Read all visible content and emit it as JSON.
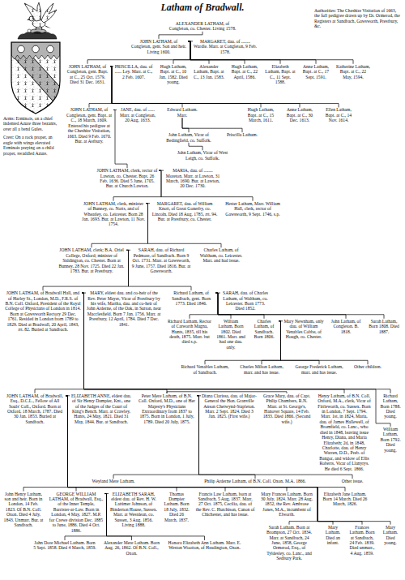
{
  "diagram": {
    "title": "Latham of Bradwall.",
    "nodes": [
      {
        "text": [
          "ALEXANDER LATHAM, of Congleton, co. Chester. Living 1578."
        ]
      },
      {
        "text": [
          "JOHN LATHAM, of Congleton, gent. Son and heir. Living 1600."
        ]
      },
      {
        "text": [
          "MARGARET, dau. of ........ Wardle. Marr. at Congleton, 9 Feb. 1578."
        ]
      },
      {
        "text": [
          "JOHN LATHAM, of Congleton, gent. Bapt. at C., 25 Oct. 1579. Died 31 Dec. 1631."
        ]
      },
      {
        "text": [
          "PRISCILLA, dau. of ...... Ley. Marr. at C., 2 Feb. 1607."
        ]
      },
      {
        "text": [
          "Hugh Latham, Bapt. at C., 10 Jan. 1582. Died young."
        ]
      },
      {
        "text": [
          "Alexander Latham, Bapt. at C., 13 Jan. 1583."
        ]
      },
      {
        "text": [
          "Hugh Latham, Bapt. at C., 22 April, 1586."
        ]
      },
      {
        "text": [
          "Elizabeth Latham, Bapt. at C., 11 Sept. 1588."
        ]
      },
      {
        "text": [
          "Anne Latham, Bapt. at C., 17 Sept. 1591."
        ]
      },
      {
        "text": [
          "Katherine Latham, Bapt. at C., 22 May, 1594."
        ]
      },
      {
        "text": [
          "JOHN LATHAM, of Congleton, gent. Bapt. at C., 18 March, 1609. Entered his pedigree at the Cheshire Visitation, 1663. Died 9 Feb. 1670. Bur. at Astbury."
        ]
      },
      {
        "text": [
          "JANE, dau. of ...... Marr. at Congleton, 20 Aug. 1633."
        ]
      },
      {
        "text": [
          "Edward Latham. Marr."
        ]
      },
      {
        "text": [
          "Hugh Latham, Bapt. at C., 15 March, 1611."
        ]
      },
      {
        "text": [
          "Anne Latham, Bapt. at C., 30 Dec. 1613."
        ]
      },
      {
        "text": [
          "Ellen Latham, Bapt. at C., 14 Nov. 1614."
        ]
      },
      {
        "text": [
          "John Latham, Vicar of Bedingfield, co. Suffolk."
        ]
      },
      {
        "text": [
          "Priscilla Latham."
        ]
      },
      {
        "text": [
          "John Latham, Vicar of West Leigh, co. Suffolk."
        ]
      },
      {
        "text": [
          "JOHN LATHAM, clerk, rector of Lawton, co. Chester. Bapt. 26 Feb. 1636. Died 5 June, 1705. Bur. at Church Lawton."
        ]
      },
      {
        "text": [
          "MARIA, dau. of ........ Moreton. Marr. at Lawton, 31 March, 1690. Bur. at Lawton, 20 Dec. 1730."
        ]
      },
      {
        "text": [
          "JOHN LATHAM, clerk, minister of Bunney, co. Notts, and of Wheatley, co. Leicester. Born 28 Jan. 1693. Bur. at Lawton, 11 Nov. 1754."
        ]
      },
      {
        "text": [
          "MARGARET, dau. of William Knott, of Great Gonerby, co. Lincoln. Died 18 Aug. 1785, æt. 94. Bur. at Prestbury, co. Chester."
        ]
      },
      {
        "text": [
          "Hester Latham, Marr. William Hall, clerk, rector of Gawsworth, 9 Sept. 1746, s.p."
        ]
      },
      {
        "text": [
          "JOHN LATHAM, clerk; B.A. Oriel College, Oxford; minister of Siddington, co. Chester. Born at Bunney, 28 Nov. 1725. Died 22 Jan. 1783. Bur. at Prestbury."
        ]
      },
      {
        "text": [
          "SARAH, dau. of Richard Pedmore, of Sandbach. Born 9 Oct. 1731. Marr. at Gawsworth, 9 June, 1757. Died 1816. Bur. at Gawsworth."
        ]
      },
      {
        "text": [
          "Charles Latham, of Waltham, co. Leicester. Marr. and had issue."
        ]
      },
      {
        "text": [
          "JOHN LATHAM, of Bradwall Hall, and of Harley St., London, M.D., F.R.S. of B.N. Coll. Oxford, President of the Royal College of Physicians of London in 1814. Born at Gawsworth Rectory 29 Dec. 1761. Resided in London from 1789 to 1829. Died at Bradwall, 20 April, 1843, æt. 82. Buried at Sandbach."
        ]
      },
      {
        "text": [
          "MARY, eldest dau. and co-heir of the Rev. Peter Mayer, Vicar of Prestbury by his wife, Martha, dau. and co-heir of John Arderne, of the Oak, in Sutton, near Macclesfield. Born 7 Jan. 1756. Marr. at Prestbury, 12 April, 1784. Died 7 Dec. 1841."
        ]
      },
      {
        "text": [
          "Richard Latham, of Sandbach, gent. Born 1773. Died 1846."
        ]
      },
      {
        "text": [
          "SARAH, dau. of Charles Latham, of Waltham, co. Leicester. Born 1773. Died 1852."
        ]
      },
      {
        "text": [
          "Richard Latham, Rector of Catworth Magna, Hunts, 1835, till his death, 1875. Marr. but died s.p."
        ]
      },
      {
        "text": [
          "William Latham, Born 1802. Died 1861. Marr. and had one dau. only."
        ]
      },
      {
        "text": [
          "Charles Latham, of Sandbach. Born 1806."
        ]
      },
      {
        "text": [
          "Mary Newnham, only dau. of William Venables Cobbe, of Hough, co. Chester."
        ]
      },
      {
        "text": [
          "John Latham, of Congleton. B. 1818."
        ]
      },
      {
        "text": [
          "Sarah Latham, Born 1808. Died 1887."
        ]
      },
      {
        "text": [
          "Richard Venables Latham, of Sandbach."
        ]
      },
      {
        "text": [
          "Charles Milton Latham, marr. and has issue."
        ]
      },
      {
        "text": [
          "George Frederick Latham, marr. and has issue."
        ]
      },
      {
        "text": [
          "Other children."
        ]
      },
      {
        "text": [
          "JOHN LATHAM, of Bradwall, Esq., D.C.L., Fellow of All Souls' Coll., Oxford. Born at Oxford, 18 March, 1787. Died 30 Jan. 1853. Buried at Sandbach."
        ]
      },
      {
        "text": [
          "ELIZABETH ANNE, eldest dau. of Sir Henry Dampier, Knt., one of the Judges of the Court of King's Bench. Marr. at Crawley, Hants, 24 May, 1821. Died 31 May, 1844. Bur. at Sandbach."
        ]
      },
      {
        "text": [
          "Peter Mere Latham, of B.N. Coll. Oxford, M.D., one of Her Majesty's Physicians Extraordinary from 1837 to 1875. Born in London, 1 July, 1789. Died 20 July, 1875."
        ]
      },
      {
        "text": [
          "Diana Clarissa, dau. of Major-General the Hon. Granville Anson Chetwynd-Stapleton. Marr. 2 Sept. 1824. Died 3 Jan. 1825. (First wife.)"
        ]
      },
      {
        "text": [
          "Grace Mary, dau. of Capt. Philip Chambers, R.N. Marr. at St. George's, Hanover Square, 14 Feb. 1833. Died 1866. (Second wife.)"
        ]
      },
      {
        "text": [
          "Henry Latham, of B.N. Coll. Oxford, M.A., clerk, Vicar of Fittleworth, co. Sussex. Born in London, 7 Sept. 1794. Marr. 1st, in 1824, Maria, dau. of James Hallewell, of Bromfield, co. Lanc., who died in 1848, leaving issue Henry, Diana, and Maria Elizabeth; 2d, in 1848, Charlotte, dau. of Henry Warren, D.D., Preb. of Bangor, and widow of Ellis Roberts, Vicar of Llanyrys. He died 6 Sept. 1866."
        ]
      },
      {
        "text": [
          "Richard Latham, Born 1788. Died young."
        ]
      },
      {
        "text": [
          "William Latham, Born 1792. Died young."
        ]
      },
      {
        "text": [
          "Weyland Mere Latham."
        ]
      },
      {
        "text": [
          "Philip Arderne Latham, of B.N. Coll. Oxon. M.A. 1866."
        ]
      },
      {
        "text": [
          "Other issue."
        ]
      },
      {
        "text": [
          "John Henry Latham, son and heir. Born in London, 14 Feb. 1823. Of B.N. Coll. Oxon. Died 4 July, 1843. Unmarr. Bur. at Sandbach."
        ]
      },
      {
        "text": [
          "GEORGE WILLIAM LATHAM, of Bradwall, Esq., of the Inner Temple, Barrister-at-Law. Born in London, 4 May, 1827. M.P. for Crewe division Dec. 1885 to June, 1886. Died 4 Oct. 1886."
        ]
      },
      {
        "text": [
          "ELIZABETH SARAH, eldest dau. of Rev. H. W. Lattimer Johnson, of Binderton House, Sussex. Marr. at Westdean, co. Sussex, 3 Aug. 1856. Living 1888."
        ]
      },
      {
        "text": [
          "Thomas Dampier Latham. Born 18 July, 1832. Died 26 March, 1837."
        ]
      },
      {
        "text": [
          "Francis Law Latham, born at Sandbach, 5 Aug. 1837. Marr. 27 Oct. 1875, Cecilia, dau. of the Rev. C. Hutchison, Canon of Chichester, and has issue."
        ]
      },
      {
        "text": [
          "Mary Frances Latham. Born 30 July, 1824. Marr. 28 Aug. 1852, the Rev. Ambrose Jones, M.A., incumbent of Elworth."
        ]
      },
      {
        "text": [
          "Elizabeth Jane Latham. Born 14 March. Died 26 March, 1826."
        ]
      },
      {
        "text": [
          "Sarah Latham. Born at Brompton, 27 Oct. 1834. Marr. at Sandbach, 24 June, 1858, George Ormerod, Esq., of Tyldesley, co. Lanc., and Sedbury Park."
        ]
      },
      {
        "text": [
          "Mary Latham. Died an infant."
        ]
      },
      {
        "text": [
          "Frances Latham. Born at Sandbach, 24 Feb. 1839. Died unmarr., 4 Aug. 1859."
        ]
      },
      {
        "text": [
          "Mary Latham. Died young."
        ]
      },
      {
        "text": [
          "John Dore Michael Latham. Born 5 Sept. 1858. Died 4 March, 1859."
        ]
      },
      {
        "text": [
          "Alexander Mere Latham. Born Aug. 26, 1862. Of B.N. Coll., Oxon."
        ]
      },
      {
        "text": [
          "Honora Elizabeth Ann Latham. Marr. E. Weston Wootton, of Headington, Oxon."
        ]
      }
    ],
    "edges": [
      {
        "from": 0,
        "to": 1,
        "arrow": "none"
      },
      {
        "from": 1,
        "to": 2,
        "arrow": "none"
      },
      {
        "from": 1,
        "to": 3,
        "arrow": "none"
      },
      {
        "from": 1,
        "to": 5,
        "arrow": "none"
      },
      {
        "from": 1,
        "to": 6,
        "arrow": "none"
      },
      {
        "from": 1,
        "to": 7,
        "arrow": "none"
      },
      {
        "from": 1,
        "to": 8,
        "arrow": "none"
      },
      {
        "from": 1,
        "to": 9,
        "arrow": "none"
      },
      {
        "from": 1,
        "to": 10,
        "arrow": "none"
      },
      {
        "from": 3,
        "to": 4,
        "arrow": "none"
      },
      {
        "from": 3,
        "to": 11,
        "arrow": "none"
      },
      {
        "from": 3,
        "to": 13,
        "arrow": "none"
      },
      {
        "from": 3,
        "to": 14,
        "arrow": "none"
      },
      {
        "from": 3,
        "to": 15,
        "arrow": "none"
      },
      {
        "from": 3,
        "to": 16,
        "arrow": "none"
      },
      {
        "from": 11,
        "to": 12,
        "arrow": "none"
      },
      {
        "from": 13,
        "to": 17,
        "arrow": "none"
      },
      {
        "from": 13,
        "to": 18,
        "arrow": "none"
      },
      {
        "from": 17,
        "to": 19,
        "arrow": "none"
      },
      {
        "from": 11,
        "to": 20,
        "arrow": "none"
      },
      {
        "from": 20,
        "to": 21,
        "arrow": "none"
      },
      {
        "from": 20,
        "to": 22,
        "arrow": "none"
      },
      {
        "from": 20,
        "to": 24,
        "arrow": "none"
      },
      {
        "from": 22,
        "to": 23,
        "arrow": "none"
      },
      {
        "from": 22,
        "to": 25,
        "arrow": "none"
      },
      {
        "from": 22,
        "to": 27,
        "arrow": "none"
      },
      {
        "from": 25,
        "to": 26,
        "arrow": "none"
      },
      {
        "from": 25,
        "to": 28,
        "arrow": "none"
      },
      {
        "from": 25,
        "to": 30,
        "arrow": "none"
      },
      {
        "from": 28,
        "to": 29,
        "arrow": "none"
      },
      {
        "from": 30,
        "to": 31,
        "arrow": "none"
      },
      {
        "from": 30,
        "to": 32,
        "arrow": "none"
      },
      {
        "from": 30,
        "to": 33,
        "arrow": "none"
      },
      {
        "from": 30,
        "to": 34,
        "arrow": "none"
      },
      {
        "from": 30,
        "to": 36,
        "arrow": "none"
      },
      {
        "from": 30,
        "to": 37,
        "arrow": "none"
      },
      {
        "from": 34,
        "to": 35,
        "arrow": "none"
      },
      {
        "from": 34,
        "to": 38,
        "arrow": "none"
      },
      {
        "from": 34,
        "to": 39,
        "arrow": "none"
      },
      {
        "from": 34,
        "to": 40,
        "arrow": "none"
      },
      {
        "from": 34,
        "to": 41,
        "arrow": "none"
      },
      {
        "from": 28,
        "to": 42,
        "arrow": "none"
      },
      {
        "from": 28,
        "to": 44,
        "arrow": "none"
      },
      {
        "from": 28,
        "to": 47,
        "arrow": "none"
      },
      {
        "from": 28,
        "to": 48,
        "arrow": "none"
      },
      {
        "from": 28,
        "to": 49,
        "arrow": "none"
      },
      {
        "from": 42,
        "to": 43,
        "arrow": "none"
      },
      {
        "from": 44,
        "to": 45,
        "arrow": "none"
      },
      {
        "from": 44,
        "to": 46,
        "arrow": "none"
      },
      {
        "from": 44,
        "to": 50,
        "arrow": "none"
      },
      {
        "from": 44,
        "to": 51,
        "arrow": "none"
      },
      {
        "from": 44,
        "to": 52,
        "arrow": "none"
      },
      {
        "from": 42,
        "to": 53,
        "arrow": "none"
      },
      {
        "from": 42,
        "to": 54,
        "arrow": "none"
      },
      {
        "from": 42,
        "to": 56,
        "arrow": "none"
      },
      {
        "from": 42,
        "to": 57,
        "arrow": "none"
      },
      {
        "from": 42,
        "to": 58,
        "arrow": "none"
      },
      {
        "from": 42,
        "to": 59,
        "arrow": "none"
      },
      {
        "from": 42,
        "to": 60,
        "arrow": "none"
      },
      {
        "from": 42,
        "to": 61,
        "arrow": "none"
      },
      {
        "from": 42,
        "to": 62,
        "arrow": "none"
      },
      {
        "from": 42,
        "to": 63,
        "arrow": "none"
      },
      {
        "from": 54,
        "to": 55,
        "arrow": "none"
      },
      {
        "from": 54,
        "to": 64,
        "arrow": "none"
      },
      {
        "from": 54,
        "to": 65,
        "arrow": "none"
      },
      {
        "from": 54,
        "to": 66,
        "arrow": "none"
      }
    ],
    "labels": [
      "Authorities: The Cheshire Visitation of 1663, the full pedigree drawn up by Dr. Ormerod, the Registers at Sandbach, Gawsworth, Prestbury, &c.",
      "Arms: Erminois, on a chief indented Azure three bezants, over all a bend Gules.",
      "Crest: On a rock proper, an eagle with wings elevated Erminois preying on a child proper, swaddled Azure."
    ]
  }
}
